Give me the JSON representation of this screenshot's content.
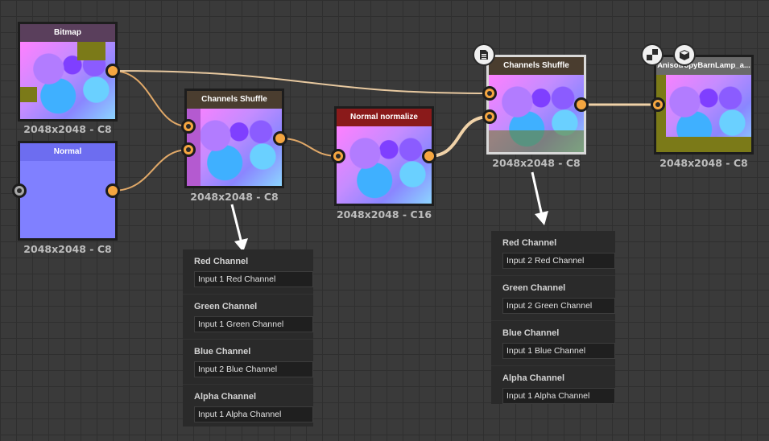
{
  "nodes": {
    "bitmap": {
      "title": "Bitmap",
      "resolution": "2048x2048 - C8"
    },
    "normal": {
      "title": "Normal",
      "resolution": "2048x2048 - C8"
    },
    "shuffle1": {
      "title": "Channels Shuffle",
      "resolution": "2048x2048 - C8"
    },
    "normalize": {
      "title": "Normal normalize",
      "resolution": "2048x2048 - C16"
    },
    "shuffle2": {
      "title": "Channels Shuffle",
      "resolution": "2048x2048 - C8"
    },
    "output": {
      "title": "AnisotropyBarnLamp_a...",
      "resolution": "2048x2048 - C8"
    }
  },
  "panel_left": {
    "sections": [
      {
        "label": "Red Channel",
        "value": "Input 1 Red Channel"
      },
      {
        "label": "Green Channel",
        "value": "Input 1 Green Channel"
      },
      {
        "label": "Blue Channel",
        "value": "Input 2 Blue Channel"
      },
      {
        "label": "Alpha Channel",
        "value": "Input 1 Alpha Channel"
      }
    ]
  },
  "panel_right": {
    "sections": [
      {
        "label": "Red Channel",
        "value": "Input 2 Red Channel"
      },
      {
        "label": "Green Channel",
        "value": "Input 2 Green Channel"
      },
      {
        "label": "Blue Channel",
        "value": "Input 1 Blue Channel"
      },
      {
        "label": "Alpha Channel",
        "value": "Input 1 Alpha Channel"
      }
    ]
  },
  "colors": {
    "bitmap_header": "#5a3f5c",
    "normal_header": "#6d6df0",
    "shuffle_header": "#4a3d2f",
    "normalize_header": "#8a1a1a",
    "output_header": "#6a6a6a",
    "wire": "#e8b070",
    "port": "#f5a640"
  },
  "icons": {
    "shuffle2_badge": "document-icon",
    "output_badge1": "checker-icon",
    "output_badge2": "cube-icon"
  }
}
